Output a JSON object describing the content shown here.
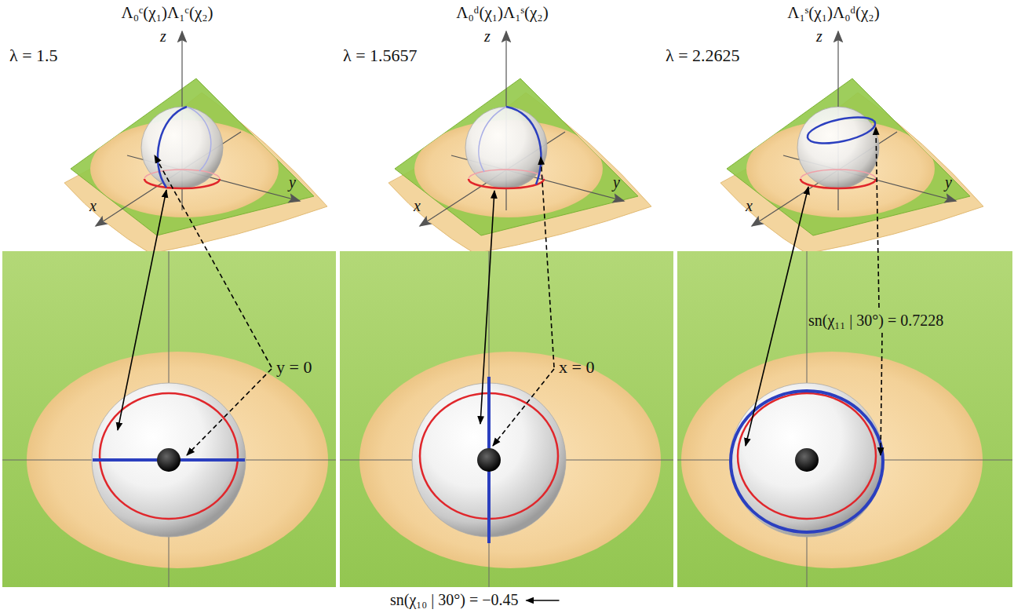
{
  "diagram": {
    "labels": [
      "Λ₀ᶜ(χ₁)Λ₁ᶜ(χ₂)",
      "Λ₀ᵈ(χ₁)Λ₁ˢ(χ₂)",
      "Λ₁ˢ(χ₁)Λ₀ᵈ(χ₂)",
      "λ = 1.5",
      "z",
      "λ = 1.5657",
      "z",
      "λ = 2.2625",
      "z",
      "x",
      "y",
      "x",
      "y",
      "x",
      "y",
      "y = 0",
      "x = 0",
      "sn(χ₁₁ | 30°) = 0.7228",
      "sn(χ₁₀ | 30°) = −0.45"
    ]
  }
}
